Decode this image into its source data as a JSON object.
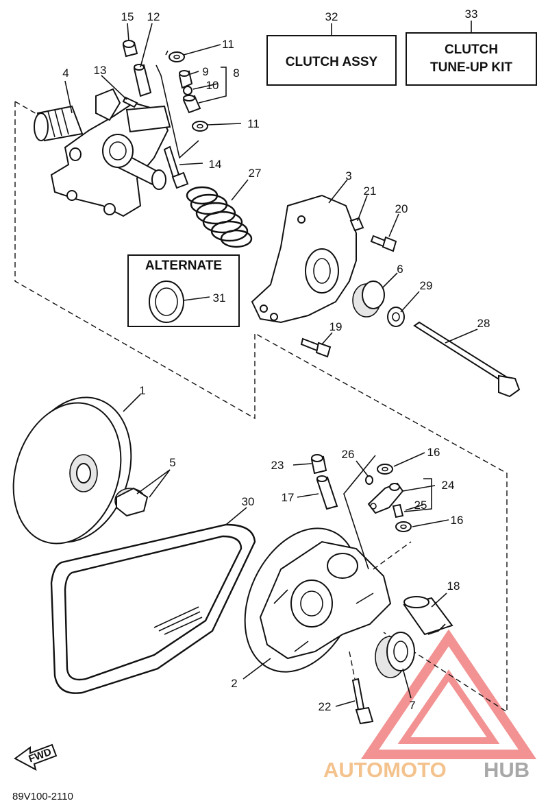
{
  "callouts": {
    "c1": "1",
    "c2": "2",
    "c3": "3",
    "c4": "4",
    "c5": "5",
    "c6": "6",
    "c7": "7",
    "c8": "8",
    "c9": "9",
    "c10": "10",
    "c11a": "11",
    "c11b": "11",
    "c12": "12",
    "c13": "13",
    "c14": "14",
    "c15": "15",
    "c16a": "16",
    "c16b": "16",
    "c17": "17",
    "c18": "18",
    "c19": "19",
    "c20": "20",
    "c21": "21",
    "c22": "22",
    "c23": "23",
    "c24": "24",
    "c25": "25",
    "c26": "26",
    "c27": "27",
    "c28": "28",
    "c29": "29",
    "c30": "30",
    "c31": "31",
    "c32": "32",
    "c33": "33"
  },
  "boxes": {
    "clutch_assy": "CLUTCH ASSY",
    "tune_up_line1": "CLUTCH",
    "tune_up_line2": "TUNE-UP KIT",
    "alternate": "ALTERNATE"
  },
  "fwd_label": "FWD",
  "diagram_code": "89V100-2110",
  "watermark": {
    "part1": "AUTOMOTO",
    "part2": "HUB",
    "color_orange": "#f2b87a",
    "color_gray": "#9a9a9a",
    "color_red": "#f08080"
  }
}
